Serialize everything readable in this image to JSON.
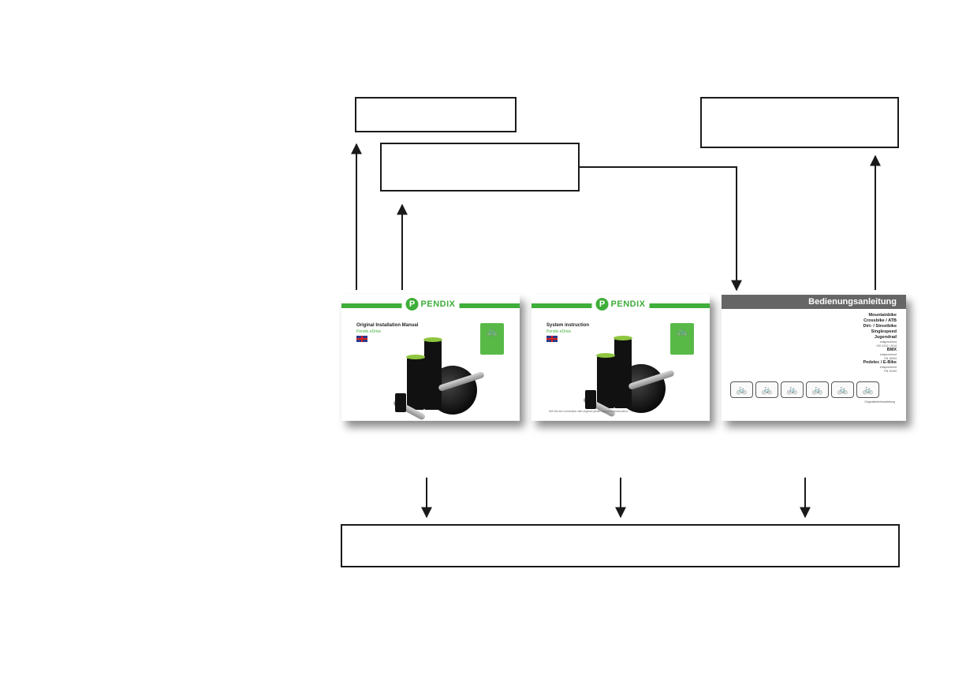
{
  "diagram": {
    "boxes": {
      "top_left": "",
      "top_middle": "",
      "top_right": "",
      "bottom": ""
    }
  },
  "manuals": [
    {
      "logo_mark": "P",
      "logo_text": "PENDIX",
      "title": "Original Installation Manual",
      "subtitle": "Pendix eDrive",
      "cert_icon": "bike-icon",
      "footer": ""
    },
    {
      "logo_mark": "P",
      "logo_text": "PENDIX",
      "title": "System instruction",
      "subtitle": "Pendix eDrive",
      "cert_icon": "bike-icon",
      "footer": "Sell the set connection with original pendix operating instructions"
    },
    {
      "header": "Bedienungsanleitung",
      "lines": [
        {
          "text": "Mountainbike",
          "style": "bold"
        },
        {
          "text": "Crossbike / ATB",
          "style": "bold"
        },
        {
          "text": "Dirt- / Streetbike",
          "style": "bold"
        },
        {
          "text": "Singlespeed",
          "style": "bold"
        },
        {
          "text": "Jugendrad",
          "style": "bold"
        },
        {
          "text": "entsprechend",
          "style": "small"
        },
        {
          "text": "ISO 4210 / 2014",
          "style": "small"
        },
        {
          "text": "BMX",
          "style": "bold"
        },
        {
          "text": "entsprechend",
          "style": "small"
        },
        {
          "text": "EN 16054",
          "style": "small"
        },
        {
          "text": "Pedelec / E-Bike",
          "style": "bold"
        },
        {
          "text": "entsprechend",
          "style": "small"
        },
        {
          "text": "EN 15194",
          "style": "small"
        }
      ],
      "bike_icons": [
        "bike-icon",
        "bike-icon",
        "bike-icon",
        "bike-icon",
        "bike-icon",
        "bike-icon"
      ],
      "footer": "Originalbetriebsanleitung"
    }
  ],
  "colors": {
    "brand_green": "#3fae3a",
    "header_gray": "#666666",
    "line": "#1a1a1a"
  }
}
